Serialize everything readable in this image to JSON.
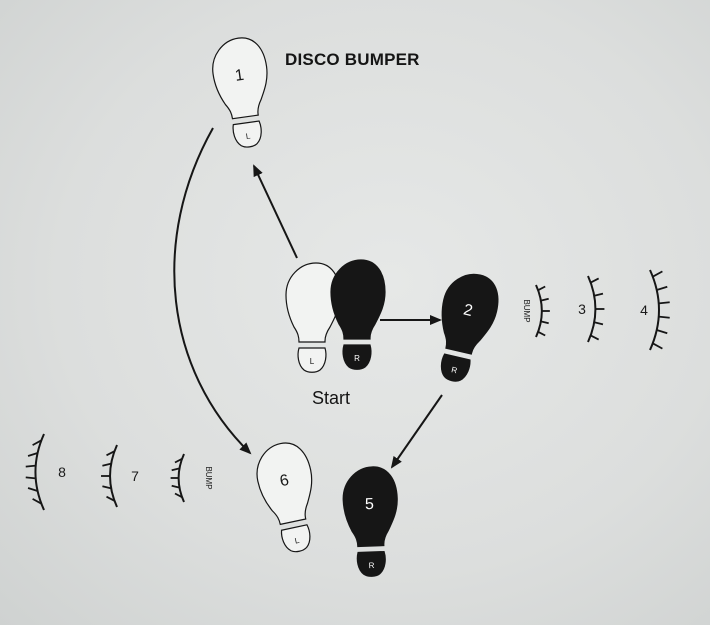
{
  "title": "DISCO BUMPER",
  "start_label": "Start",
  "footprints": [
    {
      "number": "1",
      "side": "L",
      "fill": "white"
    },
    {
      "number": "",
      "side": "L",
      "fill": "white"
    },
    {
      "number": "",
      "side": "R",
      "fill": "black"
    },
    {
      "number": "2",
      "side": "R",
      "fill": "black"
    },
    {
      "number": "5",
      "side": "R",
      "fill": "black"
    },
    {
      "number": "6",
      "side": "L",
      "fill": "white"
    }
  ],
  "bumps": [
    {
      "label": "BUMP",
      "facing": "right"
    },
    {
      "label": "3",
      "facing": "right"
    },
    {
      "label": "4",
      "facing": "right"
    },
    {
      "label": "BUMP",
      "facing": "left"
    },
    {
      "label": "7",
      "facing": "left"
    },
    {
      "label": "8",
      "facing": "left"
    }
  ],
  "colors": {
    "ink": "#161616",
    "paper": "#dfe1e1"
  }
}
